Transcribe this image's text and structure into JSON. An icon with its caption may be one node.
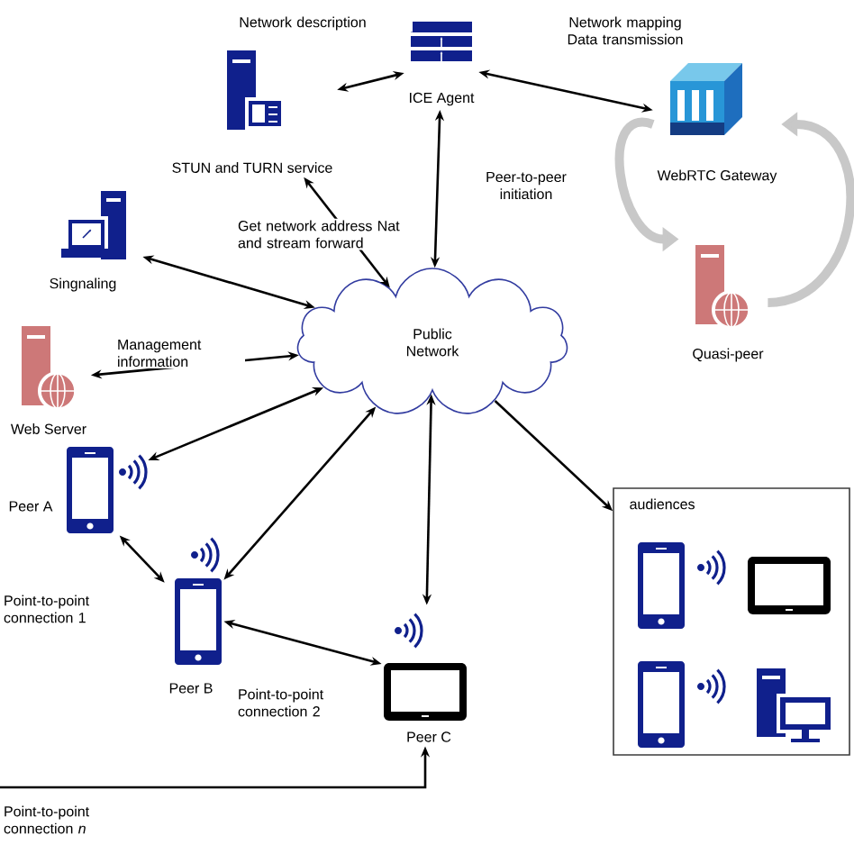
{
  "diagram": {
    "nodes": [
      {
        "text": [
          "STUN and TURN service"
        ]
      },
      {
        "text": [
          "ICE Agent"
        ]
      },
      {
        "text": [
          "WebRTC Gateway"
        ]
      },
      {
        "text": [
          "Quasi-peer"
        ]
      },
      {
        "text": [
          "Singnaling"
        ]
      },
      {
        "text": [
          "Web Server"
        ]
      },
      {
        "text": [
          "Public Network"
        ]
      },
      {
        "text": [
          "Peer A"
        ]
      },
      {
        "text": [
          "Peer B"
        ]
      },
      {
        "text": [
          "Peer C"
        ]
      },
      {
        "text": [
          "audiences"
        ]
      },
      {
        "text": [],
        "shape": "phone",
        "in": 10
      },
      {
        "text": [],
        "shape": "tablet",
        "in": 10
      },
      {
        "text": [],
        "shape": "phone",
        "in": 10
      },
      {
        "text": [],
        "shape": "computer",
        "in": 10
      }
    ],
    "edges": [
      {
        "from": 0,
        "to": 1,
        "arrow": "both",
        "label": "Network description"
      },
      {
        "from": 1,
        "to": 2,
        "arrow": "both",
        "label": "Network mapping Data transmission"
      },
      {
        "from": 1,
        "to": 6,
        "arrow": "both",
        "label": "Peer-to-peer initiation"
      },
      {
        "from": 0,
        "to": 6,
        "arrow": "both",
        "label": "Get network address Nat and stream forward"
      },
      {
        "from": 4,
        "to": 6,
        "arrow": "both"
      },
      {
        "from": 5,
        "to": 6,
        "arrow": "both",
        "label": "Management information"
      },
      {
        "from": 7,
        "to": 6,
        "arrow": "both"
      },
      {
        "from": 8,
        "to": 6,
        "arrow": "both"
      },
      {
        "from": 7,
        "to": 8,
        "arrow": "both",
        "label": "Point-to-point connection 1"
      },
      {
        "from": 8,
        "to": 9,
        "arrow": "both",
        "label": "Point-to-point connection 2"
      },
      {
        "from": 6,
        "to": 9,
        "arrow": "both"
      },
      {
        "from": 6,
        "to": 10,
        "arrow": "to"
      },
      {
        "from": null,
        "to": 9,
        "arrow": "to",
        "label": "Point-to-point connection *n*"
      },
      {
        "from": 2,
        "to": 3,
        "arrow": "to",
        "style": "thick",
        "color": "#c8c8c8"
      },
      {
        "from": 3,
        "to": 2,
        "arrow": "to",
        "style": "thick",
        "color": "#c8c8c8"
      }
    ]
  }
}
